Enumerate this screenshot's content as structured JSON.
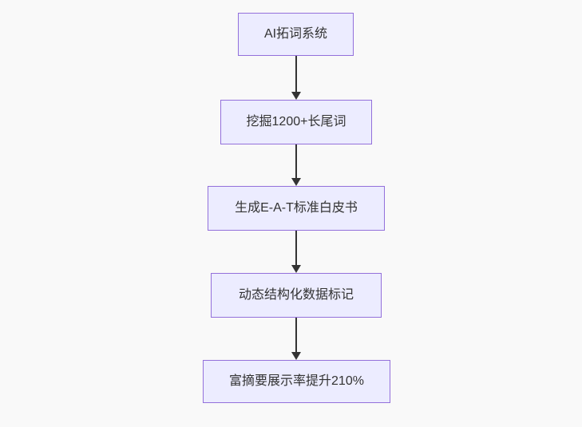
{
  "flowchart": {
    "type": "flowchart",
    "direction": "top-down",
    "colors": {
      "background": "#f9f9f9",
      "node_fill": "#ececff",
      "node_border": "#9370db",
      "text": "#333333",
      "arrow": "#333333"
    },
    "nodes": [
      {
        "label": "AI拓词系统"
      },
      {
        "label": "挖掘1200+长尾词"
      },
      {
        "label": "生成E-A-T标准白皮书"
      },
      {
        "label": "动态结构化数据标记"
      },
      {
        "label": "富摘要展示率提升210%"
      }
    ],
    "edges": [
      {
        "from": 0,
        "to": 1,
        "style": "arrow-down"
      },
      {
        "from": 1,
        "to": 2,
        "style": "arrow-down"
      },
      {
        "from": 2,
        "to": 3,
        "style": "arrow-down"
      },
      {
        "from": 3,
        "to": 4,
        "style": "arrow-down"
      }
    ]
  }
}
